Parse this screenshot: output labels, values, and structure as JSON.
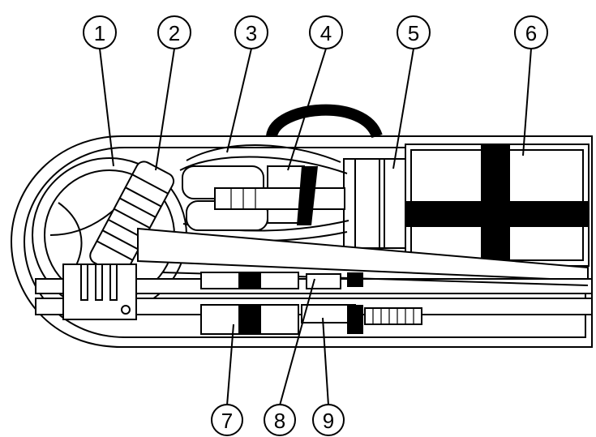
{
  "callouts": [
    {
      "label": "1"
    },
    {
      "label": "2"
    },
    {
      "label": "3"
    },
    {
      "label": "4"
    },
    {
      "label": "5"
    },
    {
      "label": "6"
    },
    {
      "label": "7"
    },
    {
      "label": "8"
    },
    {
      "label": "9"
    }
  ],
  "colors": {
    "ink": "#000000",
    "paper": "#ffffff"
  }
}
